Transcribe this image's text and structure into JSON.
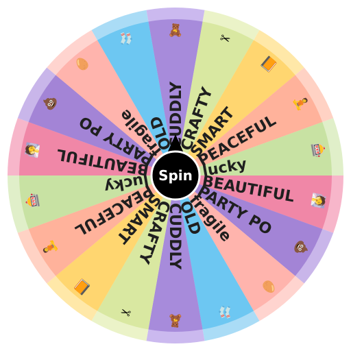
{
  "wheel": {
    "spin_label": "Spin",
    "segments": [
      {
        "label": "CUDDLY",
        "icon": "🧸",
        "icon_name": "teddy-bear-icon",
        "color": "#a78bdb",
        "rim": "#cbb9ef"
      },
      {
        "label": "CRAFTY",
        "icon": "✂",
        "icon_name": "scissors-icon",
        "color": "#d9e8a1",
        "rim": "#ebf3c8"
      },
      {
        "label": "SMART",
        "icon": "📙",
        "icon_name": "book-icon",
        "color": "#ffd670",
        "rim": "#ffe8a8"
      },
      {
        "label": "PEACEFUL",
        "icon": "🧘",
        "icon_name": "meditation-icon",
        "color": "#ffb29b",
        "rim": "#ffd2c4"
      },
      {
        "label": "lucky",
        "icon": "🎰",
        "icon_name": "slot-machine-icon",
        "color": "#c8e2a3",
        "rim": "#e0efc9"
      },
      {
        "label": "BEAUTIFUL",
        "icon": "🧖",
        "icon_name": "face-mask-icon",
        "color": "#f087a7",
        "rim": "#f7b6ca"
      },
      {
        "label": "PARTY PO",
        "icon": "💩",
        "icon_name": "party-poop-icon",
        "color": "#a384d6",
        "rim": "#c9b6ea"
      },
      {
        "label": "fragile",
        "icon": "🥚",
        "icon_name": "egg-icon",
        "color": "#ffb4ad",
        "rim": "#ffd4cf"
      },
      {
        "label": "OLD",
        "icon": "🧦",
        "icon_name": "sock-icon",
        "color": "#6dc7f2",
        "rim": "#aadcf6"
      },
      {
        "label": "CUDDLY",
        "icon": "🧸",
        "icon_name": "teddy-bear-icon",
        "color": "#a78bdb",
        "rim": "#cbb9ef"
      },
      {
        "label": "CRAFTY",
        "icon": "✂",
        "icon_name": "scissors-icon",
        "color": "#d9e8a1",
        "rim": "#ebf3c8"
      },
      {
        "label": "SMART",
        "icon": "📙",
        "icon_name": "book-icon",
        "color": "#ffd670",
        "rim": "#ffe8a8"
      },
      {
        "label": "PEACEFUL",
        "icon": "🧘",
        "icon_name": "meditation-icon",
        "color": "#ffb29b",
        "rim": "#ffd2c4"
      },
      {
        "label": "lucky",
        "icon": "🎰",
        "icon_name": "slot-machine-icon",
        "color": "#c8e2a3",
        "rim": "#e0efc9"
      },
      {
        "label": "BEAUTIFUL",
        "icon": "🧖",
        "icon_name": "face-mask-icon",
        "color": "#f087a7",
        "rim": "#f7b6ca"
      },
      {
        "label": "PARTY PO",
        "icon": "💩",
        "icon_name": "party-poop-icon",
        "color": "#a384d6",
        "rim": "#c9b6ea"
      },
      {
        "label": "fragile",
        "icon": "🥚",
        "icon_name": "egg-icon",
        "color": "#ffb4ad",
        "rim": "#ffd4cf"
      },
      {
        "label": "OLD",
        "icon": "🧦",
        "icon_name": "sock-icon",
        "color": "#6dc7f2",
        "rim": "#aadcf6"
      }
    ]
  }
}
